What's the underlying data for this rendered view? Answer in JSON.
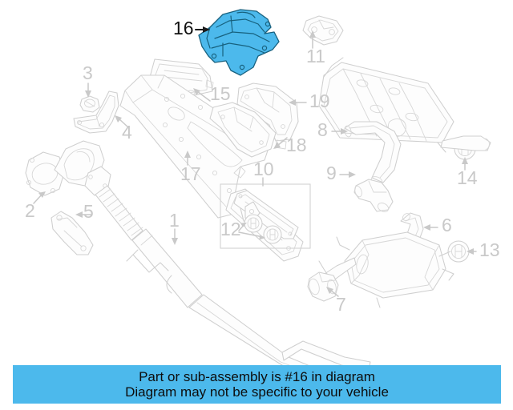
{
  "diagram": {
    "title": "Exhaust system exploded parts diagram",
    "highlight_color": "#4cb9ec",
    "highlight_outline_color": "#18617f",
    "background_color": "#ffffff",
    "part_line_color": "#cfcfcf",
    "label_color": "#c9c9c9",
    "highlight_label_color": "#111111",
    "highlighted_callout": "16",
    "callouts": [
      {
        "id": "1",
        "label": "1",
        "name": "catalytic-converter-pipe"
      },
      {
        "id": "2",
        "label": "2",
        "name": "exhaust-manifold-gasket"
      },
      {
        "id": "3",
        "label": "3",
        "name": "nut-fastener"
      },
      {
        "id": "4",
        "label": "4",
        "name": "manifold-bracket"
      },
      {
        "id": "5",
        "label": "5",
        "name": "support-brace"
      },
      {
        "id": "6",
        "label": "6",
        "name": "tail-pipe"
      },
      {
        "id": "7",
        "label": "7",
        "name": "exhaust-clamp"
      },
      {
        "id": "8",
        "label": "8",
        "name": "intermediate-pipe"
      },
      {
        "id": "9",
        "label": "9",
        "name": "pipe-connector"
      },
      {
        "id": "10",
        "label": "10",
        "name": "center-heat-shield"
      },
      {
        "id": "11",
        "label": "11",
        "name": "exhaust-hanger-bracket"
      },
      {
        "id": "12",
        "label": "12",
        "name": "rubber-isolator"
      },
      {
        "id": "13",
        "label": "13",
        "name": "rear-insulator-grommet"
      },
      {
        "id": "14",
        "label": "14",
        "name": "muffler-insulator-grommet"
      },
      {
        "id": "15",
        "label": "15",
        "name": "upper-heat-shield"
      },
      {
        "id": "16",
        "label": "16",
        "name": "highlighted-heat-shield"
      },
      {
        "id": "17",
        "label": "17",
        "name": "floor-heat-shield"
      },
      {
        "id": "18",
        "label": "18",
        "name": "lower-heat-shield"
      },
      {
        "id": "19",
        "label": "19",
        "name": "tunnel-heat-shield"
      }
    ]
  },
  "footer": {
    "line1": "Part or sub-assembly is #16 in diagram",
    "line2": "Diagram may not be specific to your vehicle"
  }
}
